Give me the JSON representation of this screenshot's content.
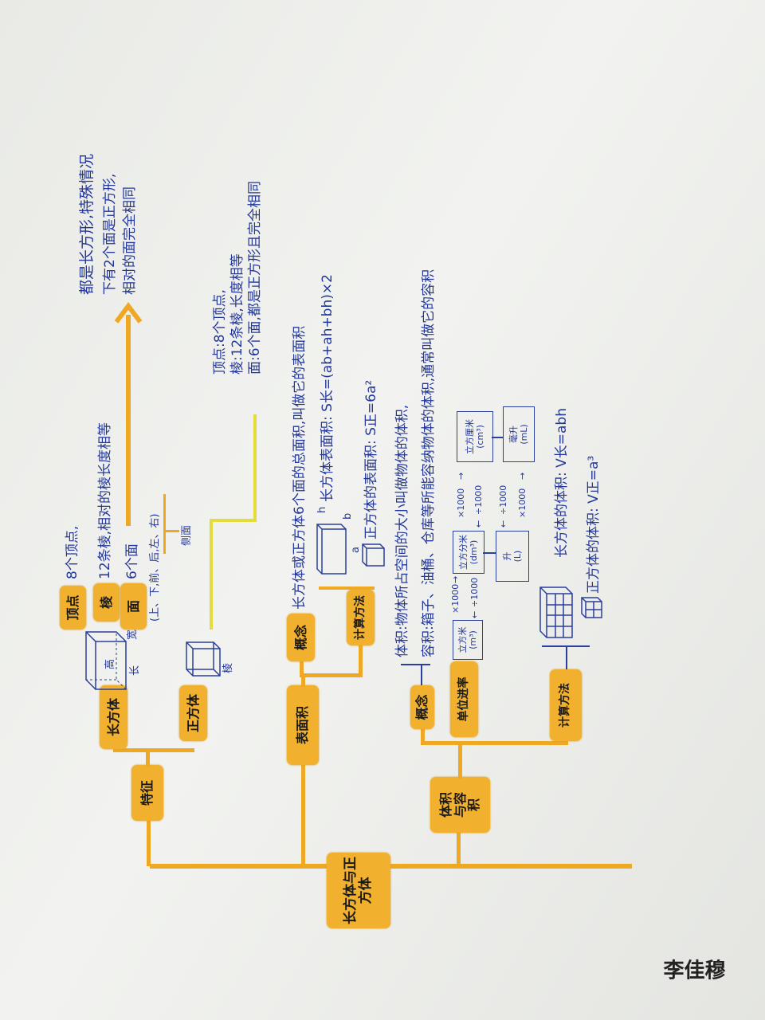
{
  "title": "长方体与正方体",
  "colors": {
    "marker_orange": "#f1b12e",
    "ink_blue": "#23379a",
    "highlighter_yellow": "#e3dc3a"
  },
  "features": {
    "label": "特征",
    "cuboid": "长方体",
    "cube": "正方体",
    "vertex_label": "顶点",
    "edge_label": "棱",
    "face_label": "面",
    "vertex_text": "8个顶点,",
    "edge_text": "12条棱,相对的棱长度相等",
    "face_text": "6个面",
    "face_detail": "(上、下,前、后,左、右)",
    "side_face": "侧面",
    "cuboid_faces": [
      "都是长方形,特殊情况",
      "下有2个面是正方形,",
      "相对的面完全相同"
    ],
    "cuboid_dims": {
      "length": "长",
      "width": "宽",
      "height": "高"
    },
    "cube_edge": "棱",
    "cube_lines": [
      "顶点:8个顶点,",
      "棱:12条棱,长度相等",
      "面:6个面,都是正方形且完全相同"
    ]
  },
  "surface": {
    "label": "表面积",
    "concept_label": "概念",
    "concept_text": "长方体或正方体6个面的总面积,叫做它的表面积",
    "method_label": "计算方法",
    "cuboid_formula": "长方体表面积: S长=(ab+ah+bh)×2",
    "cube_formula": "正方体的表面积: S正=6a²",
    "dims": {
      "a": "a",
      "b": "b",
      "h": "h"
    }
  },
  "volume": {
    "label": "体积与容积",
    "concept_label": "概念",
    "volume_def": "体积:物体所占空间的大小叫做物体的体积,",
    "capacity_def": "容积:箱子、油桶、仓库等所能容纳物体的体积,通常叫做它的容积",
    "units_label": "单位进率",
    "units": {
      "m3": [
        "立方米",
        "(m³)"
      ],
      "dm3": [
        "立方分米",
        "(dm³)"
      ],
      "cm3": [
        "立方厘米",
        "(cm³)"
      ],
      "l": [
        "升",
        "(L)"
      ],
      "ml": [
        "毫升",
        "(mL)"
      ]
    },
    "mul": "×1000",
    "div": "÷1000",
    "method_label": "计算方法",
    "cuboid_formula": "长方体的体积: V长=abh",
    "cube_formula": "正方体的体积: V正=a³"
  },
  "signature": "李佳穆"
}
